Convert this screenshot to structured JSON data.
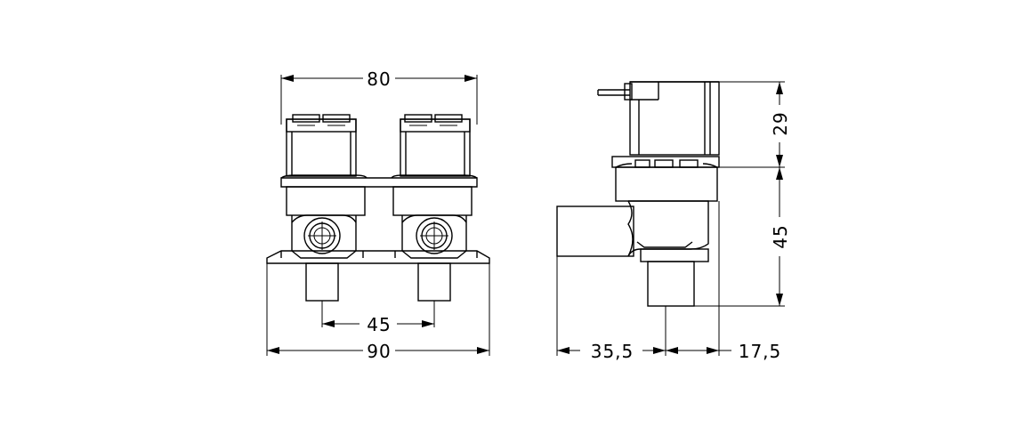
{
  "front_view": {
    "dim_top": "80",
    "dim_inner": "45",
    "dim_bottom": "90"
  },
  "side_view": {
    "dim_height_top": "29",
    "dim_height_bottom": "45",
    "dim_width_left": "35,5",
    "dim_width_right": "17,5"
  },
  "colors": {
    "line": "#000000",
    "background": "#ffffff"
  }
}
